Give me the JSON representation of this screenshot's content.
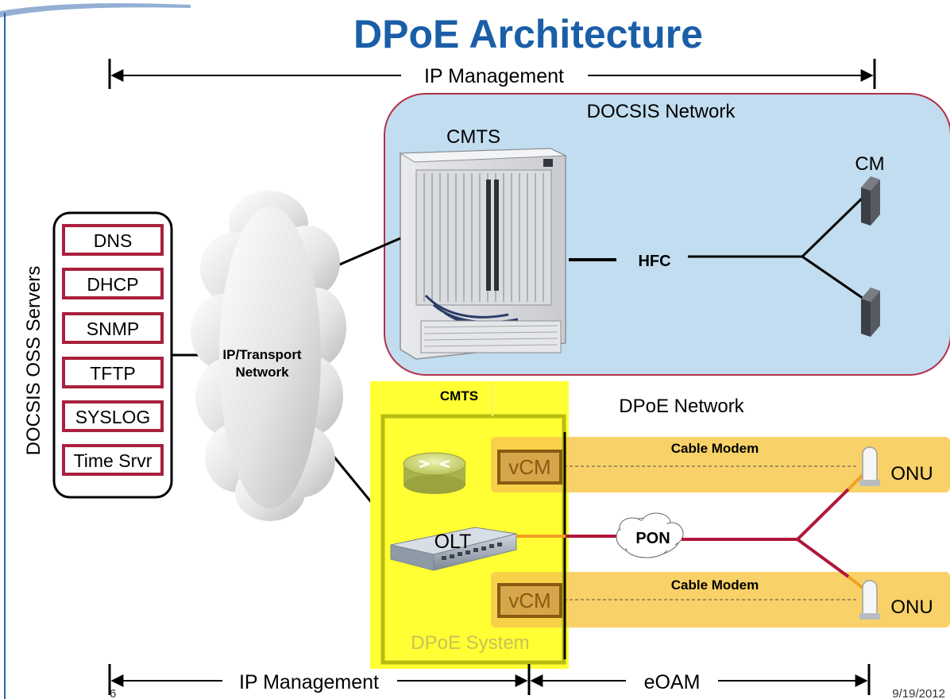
{
  "title": "DPoE Architecture",
  "top_span": {
    "label": "IP Management"
  },
  "docsis_network": {
    "label": "DOCSIS Network",
    "cmts_label": "CMTS",
    "cm_label": "CM",
    "hfc_label": "HFC"
  },
  "oss_servers": {
    "group_label": "DOCSIS OSS Servers",
    "items": [
      "DNS",
      "DHCP",
      "SNMP",
      "TFTP",
      "SYSLOG",
      "Time Srvr"
    ]
  },
  "transport_cloud": {
    "line1": "IP/Transport",
    "line2": "Network"
  },
  "dpoe_network": {
    "label": "DPoE Network",
    "system_label": "DPoE System",
    "cmts_label": "CMTS",
    "olt_label": "OLT",
    "vcm_label": "vCM",
    "pon_label": "PON",
    "cable_modem_label": "Cable Modem",
    "onu_label": "ONU"
  },
  "bottom_spans": {
    "left_label": "IP Management",
    "right_label": "eOAM"
  },
  "footer": {
    "page_number": "6",
    "date": "9/19/2012"
  },
  "colors": {
    "title_blue": "#1a5ea8",
    "docsis_bg": "#c1ddef",
    "docsis_border": "#b5314a",
    "server_border": "#a8203d",
    "dpoe_yellow": "#ffff33",
    "modem_band": "#f7c94d",
    "pon_line": "#b0173a",
    "vcm_brown": "#8a5a12"
  }
}
